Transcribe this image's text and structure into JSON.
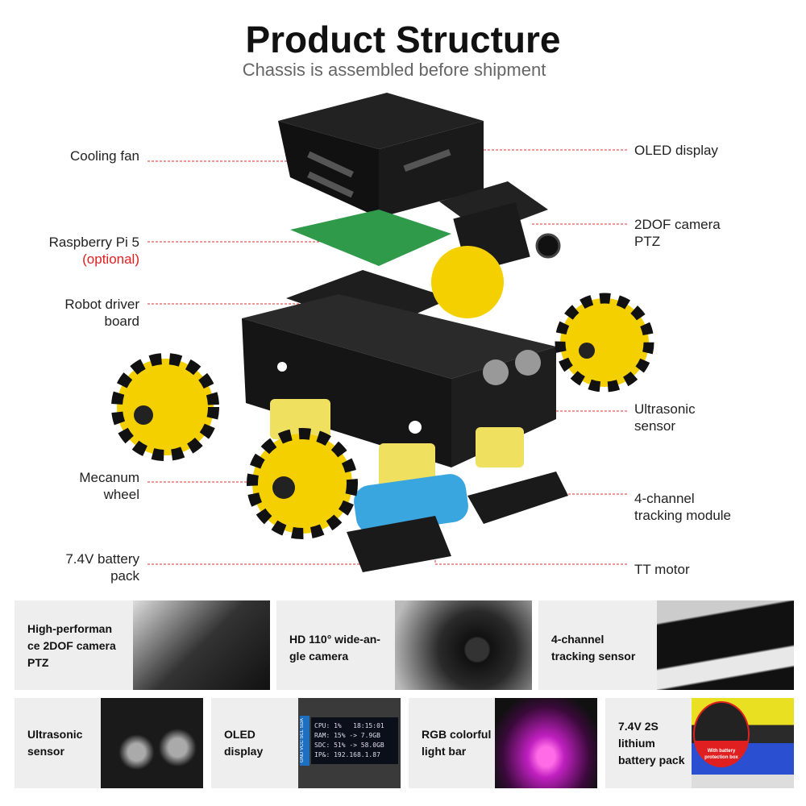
{
  "header": {
    "title": "Product Structure",
    "subtitle": "Chassis is assembled before shipment"
  },
  "labels": {
    "cooling_fan": "Cooling fan",
    "raspberry_pi": "Raspberry Pi 5",
    "raspberry_pi_note": "(optional)",
    "driver_board_1": "Robot driver",
    "driver_board_2": "board",
    "mecanum_1": "Mecanum",
    "mecanum_2": "wheel",
    "battery_1": "7.4V battery",
    "battery_2": "pack",
    "oled": "OLED display",
    "camera_1": "2DOF camera",
    "camera_2": "PTZ",
    "ultrasonic_1": "Ultrasonic",
    "ultrasonic_2": "sensor",
    "tracking_1": "4-channel",
    "tracking_2": "tracking module",
    "tt_motor": "TT motor"
  },
  "features": [
    {
      "lines": [
        "High-performan",
        "ce 2DOF camera",
        "PTZ"
      ]
    },
    {
      "lines": [
        "HD 110° wide-an-",
        "gle camera"
      ]
    },
    {
      "lines": [
        "4-channel",
        "tracking sensor"
      ]
    },
    {
      "lines": [
        "Ultrasonic",
        "sensor"
      ]
    },
    {
      "lines": [
        "OLED",
        "display"
      ]
    },
    {
      "lines": [
        "RGB colorful",
        "light bar"
      ]
    },
    {
      "lines": [
        "7.4V 2S",
        "lithium",
        "battery pack"
      ]
    }
  ],
  "oled_screen": {
    "pins": "GND VCC SCL SDA",
    "rows": [
      "CPU: 1%   18:15:01",
      "RAM: 15% -> 7.9GB",
      "SDC: 51% -> 58.0GB",
      "IP&: 192.168.1.87"
    ]
  },
  "battery_badge": {
    "line1": "With battery",
    "line2": "protection box"
  },
  "colors": {
    "leader": "#e03030",
    "wheel": "#f5d000",
    "chassis": "#1c1c1c",
    "pcb": "#2e9a4a",
    "battery": "#3aa6e0"
  }
}
